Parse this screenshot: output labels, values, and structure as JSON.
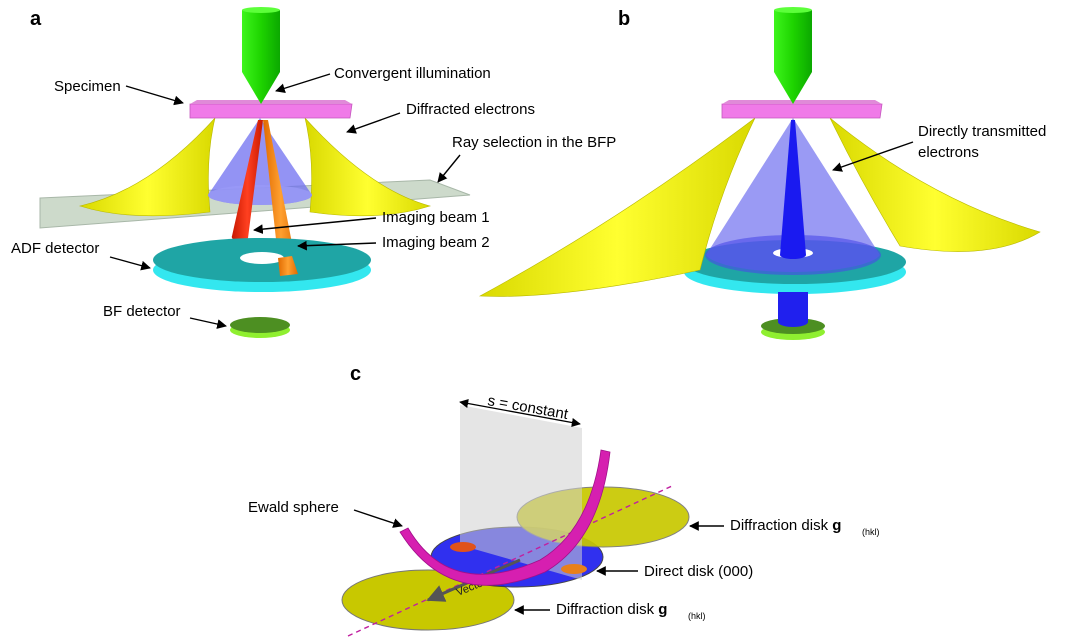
{
  "panels": {
    "a": "a",
    "b": "b",
    "c": "c"
  },
  "labels_a": {
    "convergent": "Convergent illumination",
    "specimen": "Specimen",
    "diffracted": "Diffracted electrons",
    "ray_selection": "Ray selection in the BFP",
    "beam1": "Imaging beam 1",
    "beam2": "Imaging beam 2",
    "adf": "ADF detector",
    "bf": "BF detector"
  },
  "labels_b": {
    "direct_line1": "Directly transmitted",
    "direct_line2": "electrons"
  },
  "labels_c": {
    "s_const": "s = constant",
    "ewald": "Ewald sphere",
    "diff_disk_prefix": "Diffraction disk ",
    "g": "g",
    "g_sub": "(hkl)",
    "direct_disk": "Direct disk (000)",
    "vector": "Vector g"
  },
  "colors": {
    "illumination": "#22e000",
    "specimen": "#f07ae8",
    "diffracted": "#f2f200",
    "transmitted": "#7d7df5",
    "beam1": "#ff2a00",
    "beam2": "#ff8c00",
    "adf_top": "#1fa5a5",
    "adf_side": "#33e7ef",
    "bf": "#4d8f22",
    "bfp_plane": "#c8d8c8",
    "direct_disk": "#1a1aee",
    "diff_disk": "#c8c800",
    "ewald": "#d61fb0"
  }
}
